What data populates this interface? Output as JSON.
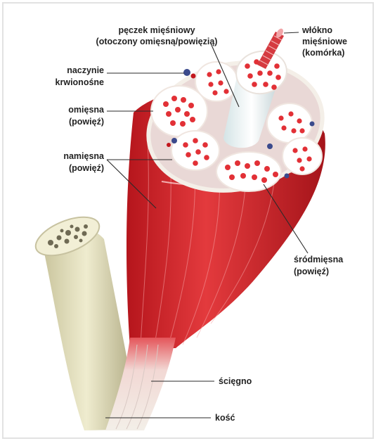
{
  "labels": {
    "fascicle_line1": "pęczek mięśniowy",
    "fascicle_line2": "(otoczony omięsną/powięzią)",
    "fiber_line1": "włókno",
    "fiber_line2": "mięśniowe",
    "fiber_line3": "(komórka)",
    "vessel_line1": "naczynie",
    "vessel_line2": "krwionośne",
    "perimysium_line1": "omięsna",
    "perimysium_line2": "(powięź)",
    "epimysium_line1": "namięsna",
    "epimysium_line2": "(powięź)",
    "endomysium_line1": "śródmięsna",
    "endomysium_line2": "(powięź)",
    "tendon": "ścięgno",
    "bone": "kość"
  },
  "colors": {
    "muscle_red": "#d8262e",
    "muscle_dark": "#a8161c",
    "fascia_white": "#f4efe8",
    "bone_ivory": "#e6e2c4",
    "bone_shadow": "#b9b48c",
    "vessel_blue": "#3b4a8c"
  }
}
